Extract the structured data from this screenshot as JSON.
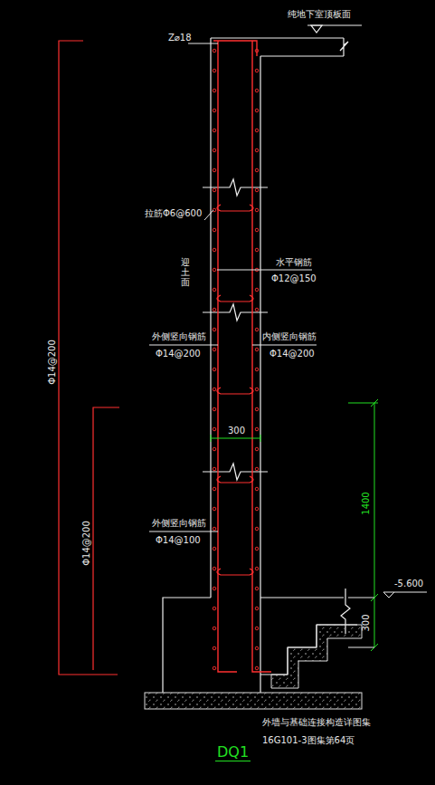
{
  "diagram": {
    "caption": "DQ1",
    "labels": [
      "纯地下室顶板面",
      "Z⌀18",
      "拉筋Φ6@600",
      "迎土面",
      "水平钢筋",
      "Φ12@150",
      "外侧竖向钢筋",
      "Φ14@200",
      "内侧竖向钢筋",
      "Φ14@200",
      "Φ14@200",
      "300",
      "Φ14@200",
      "1400",
      "外侧竖向钢筋",
      "Φ14@100",
      "300",
      "-5.600",
      "外墙与基础连接构造详图集",
      "16G101-3图集第64页"
    ]
  }
}
